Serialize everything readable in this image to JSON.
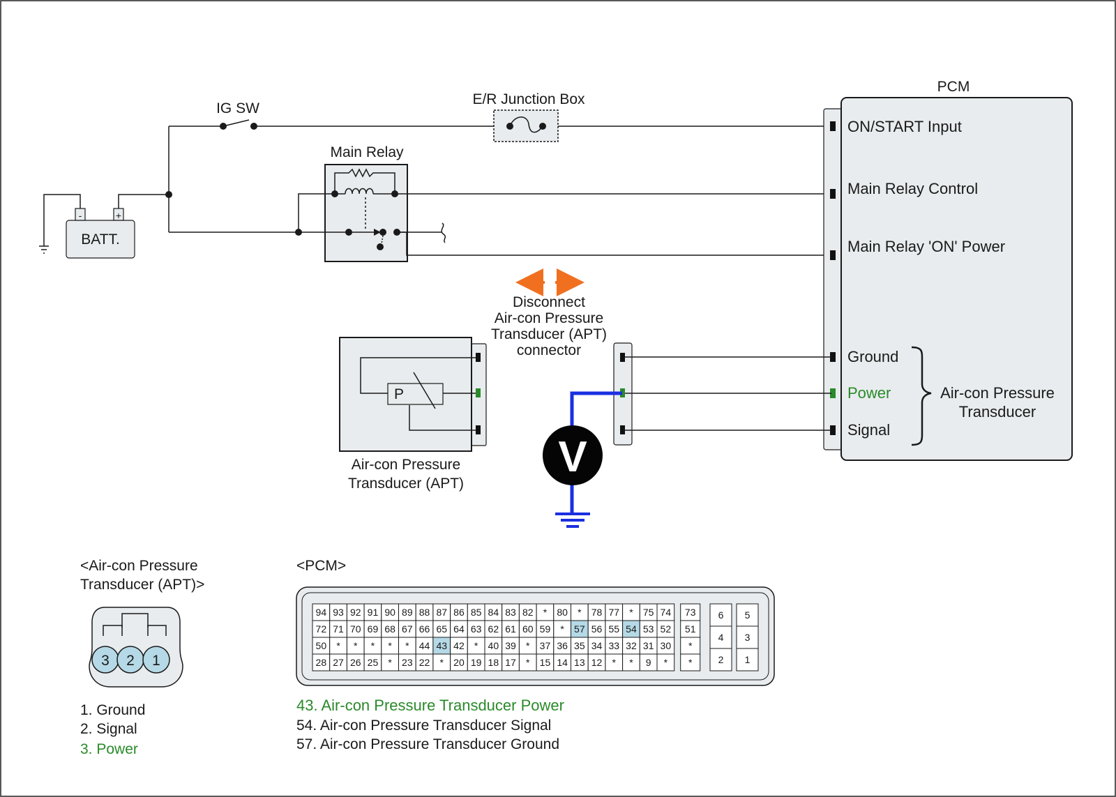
{
  "labels": {
    "ig_sw": "IG SW",
    "junction_box": "E/R Junction Box",
    "main_relay": "Main Relay",
    "battery": "BATT.",
    "battery_minus": "-",
    "battery_plus": "+",
    "pcm": "PCM",
    "pcm_on_start": "ON/START Input",
    "pcm_main_relay_control": "Main Relay Control",
    "pcm_main_relay_on_power": "Main Relay 'ON' Power",
    "pcm_ground": "Ground",
    "pcm_power": "Power",
    "pcm_signal": "Signal",
    "apt_group_line1": "Air-con Pressure",
    "apt_group_line2": "Transducer",
    "disconnect_line1": "Disconnect",
    "disconnect_line2": "Air-con Pressure",
    "disconnect_line3": "Transducer (APT)",
    "disconnect_line4": "connector",
    "apt_line1": "Air-con Pressure",
    "apt_line2": "Transducer (APT)",
    "apt_sensor": "P",
    "voltmeter": "V"
  },
  "apt_connector": {
    "title_line1": "<Air-con Pressure",
    "title_line2": "Transducer (APT)>",
    "pins": [
      "3",
      "2",
      "1"
    ],
    "legend": [
      "1. Ground",
      "2. Signal",
      "3. Power"
    ]
  },
  "pcm_connector": {
    "title": "<PCM>",
    "rows": [
      [
        "94",
        "93",
        "92",
        "91",
        "90",
        "89",
        "88",
        "87",
        "86",
        "85",
        "84",
        "83",
        "82",
        "*",
        "80",
        "*",
        "78",
        "77",
        "*",
        "75",
        "74"
      ],
      [
        "72",
        "71",
        "70",
        "69",
        "68",
        "67",
        "66",
        "65",
        "64",
        "63",
        "62",
        "61",
        "60",
        "59",
        "*",
        "57",
        "56",
        "55",
        "54",
        "53",
        "52"
      ],
      [
        "50",
        "*",
        "*",
        "*",
        "*",
        "*",
        "44",
        "43",
        "42",
        "*",
        "40",
        "39",
        "*",
        "37",
        "36",
        "35",
        "34",
        "33",
        "32",
        "31",
        "30"
      ],
      [
        "28",
        "27",
        "26",
        "25",
        "*",
        "23",
        "22",
        "*",
        "20",
        "19",
        "18",
        "17",
        "*",
        "15",
        "14",
        "13",
        "12",
        "*",
        "*",
        "9",
        "*"
      ]
    ],
    "side_col": [
      "73",
      "51",
      "*",
      "*"
    ],
    "block_left": [
      "6",
      "4",
      "2"
    ],
    "block_right": [
      "5",
      "3",
      "1"
    ],
    "highlighted": [
      "43",
      "54",
      "57"
    ],
    "legend": [
      "43. Air-con Pressure Transducer Power",
      "54. Air-con Pressure Transducer Signal",
      "57. Air-con Pressure Transducer Ground"
    ]
  },
  "colors": {
    "highlight_text": "#2a8a2a",
    "probe_wire": "#1a2fe0",
    "arrow": "#f07020",
    "pin_highlight": "#b5d9e6",
    "component_fill": "#e8ecee"
  }
}
